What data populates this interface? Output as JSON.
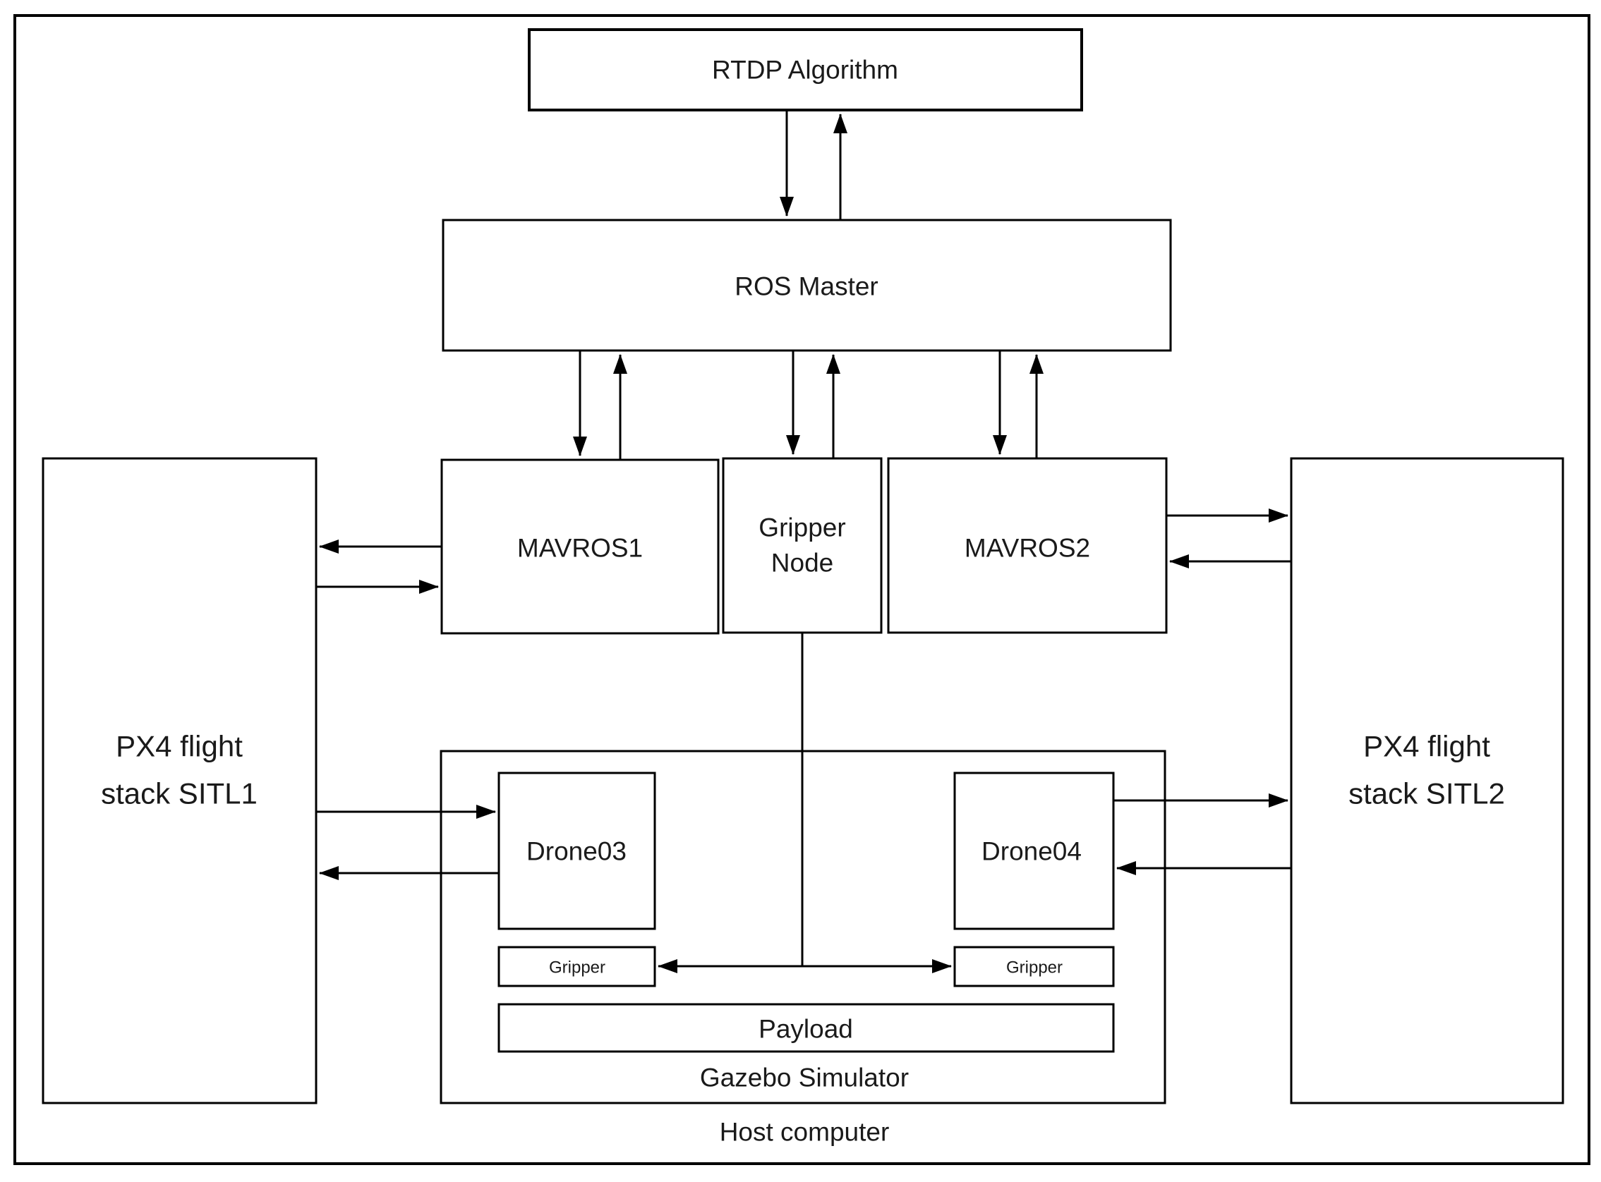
{
  "diagram": {
    "type": "system-architecture-block-diagram",
    "colors": {
      "line": "#000000",
      "background": "#ffffff",
      "text": "#1a1a1a"
    }
  },
  "boxes": {
    "rtdp": {
      "label": "RTDP Algorithm"
    },
    "ros_master": {
      "label": "ROS Master"
    },
    "mavros1": {
      "label": "MAVROS1"
    },
    "gripper_node": {
      "line1": "Gripper",
      "line2": "Node"
    },
    "mavros2": {
      "label": "MAVROS2"
    },
    "px4_sitl1": {
      "line1": "PX4 flight",
      "line2": "stack SITL1"
    },
    "px4_sitl2": {
      "line1": "PX4 flight",
      "line2": "stack SITL2"
    },
    "drone03": {
      "label": "Drone03"
    },
    "drone04": {
      "label": "Drone04"
    },
    "gripper_left": {
      "label": "Gripper"
    },
    "gripper_right": {
      "label": "Gripper"
    },
    "payload": {
      "label": "Payload"
    }
  },
  "labels": {
    "gazebo": "Gazebo Simulator",
    "host": "Host computer"
  }
}
